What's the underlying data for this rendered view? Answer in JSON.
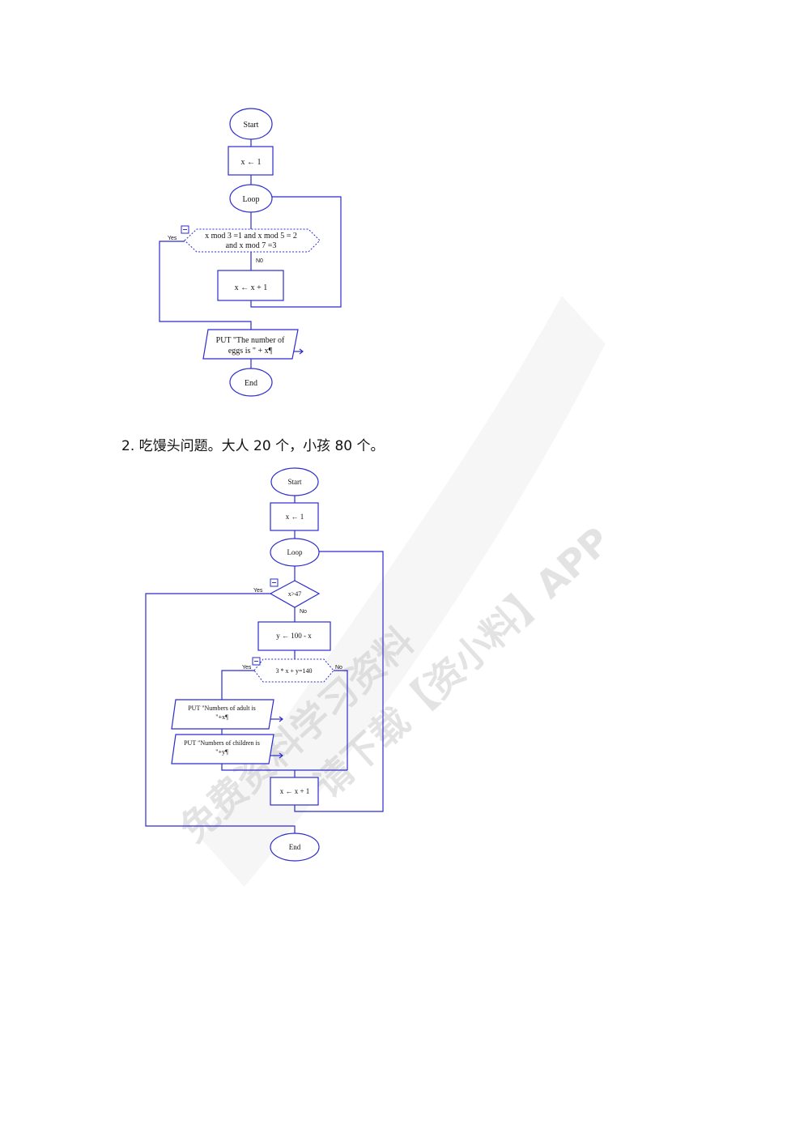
{
  "flowchart1": {
    "start": "Start",
    "init": "x ← 1",
    "loop": "Loop",
    "condition_line1": "x mod 3 =1 and x mod 5 = 2",
    "condition_line2": "and x mod 7 =3",
    "yes": "Yes",
    "no": "N0",
    "increment": "x ← x + 1",
    "output_line1": "PUT \"The number of",
    "output_line2": "eggs is \" + x¶",
    "end": "End"
  },
  "heading": "2. 吃馒头问题。大人 20 个，小孩 80 个。",
  "flowchart2": {
    "start": "Start",
    "init": "x ← 1",
    "loop": "Loop",
    "cond1": "x>47",
    "yes1": "Yes",
    "no1": "No",
    "assign": "y ← 100 - x",
    "cond2": "3 * x + y=140",
    "yes2": "Yes",
    "no2": "No",
    "out1_line1": "PUT \"Numbers of adult is",
    "out1_line2": "\"+x¶",
    "out2_line1": "PUT \"Numbers of children is",
    "out2_line2": "\"+y¶",
    "increment": "x ← x + 1",
    "end": "End"
  },
  "watermark": {
    "line1": "免费资料学习资料",
    "line2": "请下载【资小料】APP"
  },
  "colors": {
    "stroke": "#2b2bd0",
    "text": "#111111",
    "watermark": "#c8c8c8"
  }
}
